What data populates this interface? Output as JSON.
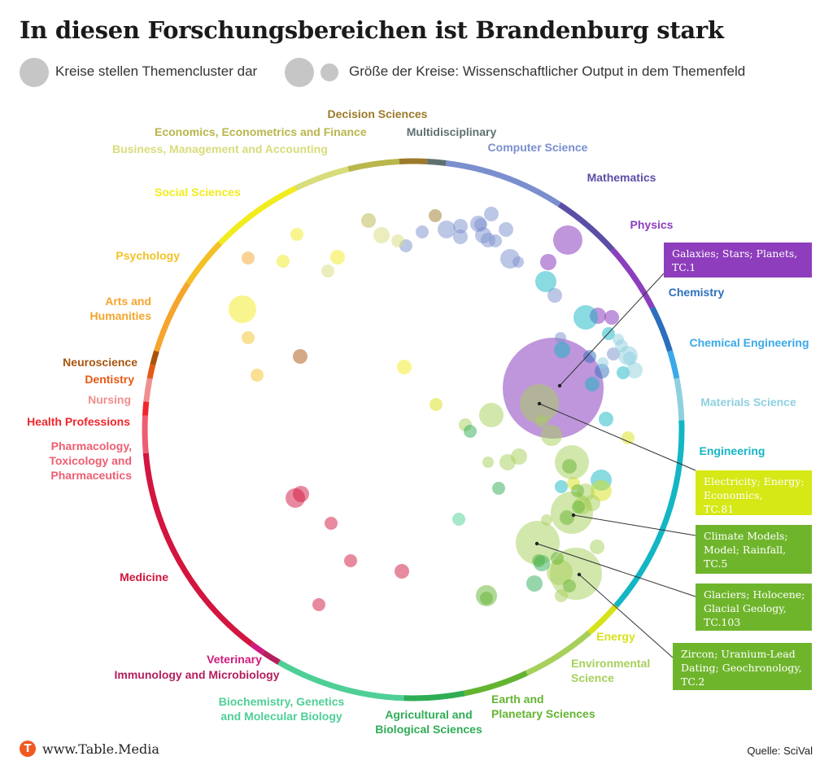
{
  "title": "In diesen Forschungsbereichen ist Brandenburg stark",
  "legend": {
    "item1": "Kreise stellen Themencluster dar",
    "item2": "Größe der Kreise: Wissenschaftlicher Output in dem Themenfeld"
  },
  "footer": {
    "brand": "www.Table.Media",
    "source": "Quelle: SciVal"
  },
  "colors": {
    "legend_dot": "#c6c6c6",
    "brand": "#f05a22"
  },
  "chart_data": {
    "type": "circular bubble map",
    "categories": [
      {
        "name": "Decision Sciences",
        "color": "#9c7a2a"
      },
      {
        "name": "Multidisciplinary",
        "color": "#5f7070"
      },
      {
        "name": "Computer Science",
        "color": "#7a8fce"
      },
      {
        "name": "Mathematics",
        "color": "#5a4fa6"
      },
      {
        "name": "Physics",
        "color": "#8b3fbd"
      },
      {
        "name": "Chemistry",
        "color": "#2d6fbd"
      },
      {
        "name": "Chemical Engineering",
        "color": "#3aa9e8"
      },
      {
        "name": "Materials Science",
        "color": "#8fd0e0"
      },
      {
        "name": "Engineering",
        "color": "#14b6c4"
      },
      {
        "name": "Energy",
        "color": "#d8e21a"
      },
      {
        "name": "Environmental Science",
        "color": "#a6d05a"
      },
      {
        "name": "Earth and Planetary Sciences",
        "color": "#64b432"
      },
      {
        "name": "Agricultural and Biological Sciences",
        "color": "#2fad55"
      },
      {
        "name": "Biochemistry, Genetics and Molecular Biology",
        "color": "#4fcf96"
      },
      {
        "name": "Immunology and Microbiology",
        "color": "#b41f5e"
      },
      {
        "name": "Veterinary",
        "color": "#cf1b7e"
      },
      {
        "name": "Medicine",
        "color": "#d2163f"
      },
      {
        "name": "Pharmacology, Toxicology and Pharmaceutics",
        "color": "#ee5e72"
      },
      {
        "name": "Health Professions",
        "color": "#f0262c"
      },
      {
        "name": "Nursing",
        "color": "#ef8f8f"
      },
      {
        "name": "Dentistry",
        "color": "#e55a14"
      },
      {
        "name": "Neuroscience",
        "color": "#a9540e"
      },
      {
        "name": "Arts and Humanities",
        "color": "#f5a52d"
      },
      {
        "name": "Psychology",
        "color": "#f3c127"
      },
      {
        "name": "Social Sciences",
        "color": "#f1ec1e"
      },
      {
        "name": "Business, Management and Accounting",
        "color": "#d8dc7a"
      },
      {
        "name": "Economics, Econometrics and Finance",
        "color": "#b9b64c"
      }
    ],
    "annotations": [
      {
        "text": [
          "Galaxies; Stars; Planets,",
          "TC.1"
        ],
        "color": "#8e3ebc",
        "text_color": "#ffffff"
      },
      {
        "text": [
          "Electricity; Energy;",
          "Economics,",
          "TC.81"
        ],
        "color": "#d6e815",
        "text_color": "#ffffff"
      },
      {
        "text": [
          "Climate Models;",
          "Model; Rainfall,",
          "TC.5"
        ],
        "color": "#6fb52c",
        "text_color": "#ffffff"
      },
      {
        "text": [
          "Glaciers; Holocene;",
          "Glacial Geology,",
          "TC.103"
        ],
        "color": "#6fb52c",
        "text_color": "#ffffff"
      },
      {
        "text": [
          "Zircon; Uranium-Lead",
          "Dating; Geochronology,",
          "TC.2"
        ],
        "color": "#6fb52c",
        "text_color": "#ffffff"
      }
    ]
  }
}
